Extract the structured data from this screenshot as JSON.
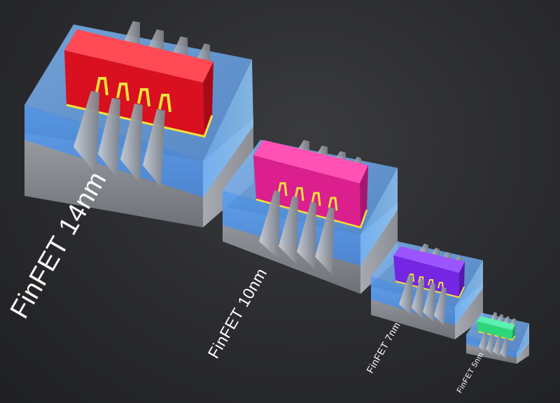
{
  "labels": {
    "n14": "FinFET 14nm",
    "n10": "FinFET 10nm",
    "n7": "FinFET 7nm",
    "n5": "FinFET 5nm"
  },
  "colors": {
    "background": "#2a2b2e",
    "oxide_blue": "#5aa3f0",
    "substrate_grey": "#8e9196",
    "gate_14nm": "#e0142a",
    "gate_10nm": "#e0208e",
    "gate_7nm": "#7a2ee6",
    "gate_5nm": "#2fd67a",
    "liner_yellow": "#f5e23a"
  }
}
